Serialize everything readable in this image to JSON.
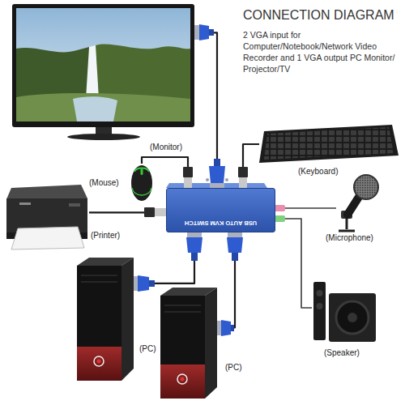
{
  "diagram": {
    "title": "CONNECTION DIAGRAM",
    "nodes": [
      {
        "text": [
          "(Monitor)"
        ]
      },
      {
        "text": [
          "(Keyboard)"
        ]
      },
      {
        "text": [
          "(Mouse)"
        ]
      },
      {
        "text": [
          "USB AUTO KVM SWITCH"
        ]
      },
      {
        "text": [
          "(Printer)"
        ]
      },
      {
        "text": [
          "(Microphone)"
        ]
      },
      {
        "text": [
          "(PC)"
        ]
      },
      {
        "text": [
          "(Speaker)"
        ]
      },
      {
        "text": [
          "(PC)"
        ]
      }
    ],
    "edges": [
      {
        "from": 0,
        "to": 3,
        "arrow": "none"
      },
      {
        "from": 1,
        "to": 3,
        "arrow": "none"
      },
      {
        "from": 2,
        "to": 3,
        "arrow": "none"
      },
      {
        "from": 4,
        "to": 3,
        "arrow": "none"
      },
      {
        "from": 5,
        "to": 3,
        "arrow": "none"
      },
      {
        "from": 6,
        "to": 3,
        "arrow": "none"
      },
      {
        "from": 7,
        "to": 3,
        "arrow": "none"
      },
      {
        "from": 8,
        "to": 3,
        "arrow": "none"
      }
    ],
    "labels": [
      "2 VGA input for Computer/Notebook/Network Video Recorder and 1 VGA output PC Monitor/ Projector/TV"
    ]
  }
}
